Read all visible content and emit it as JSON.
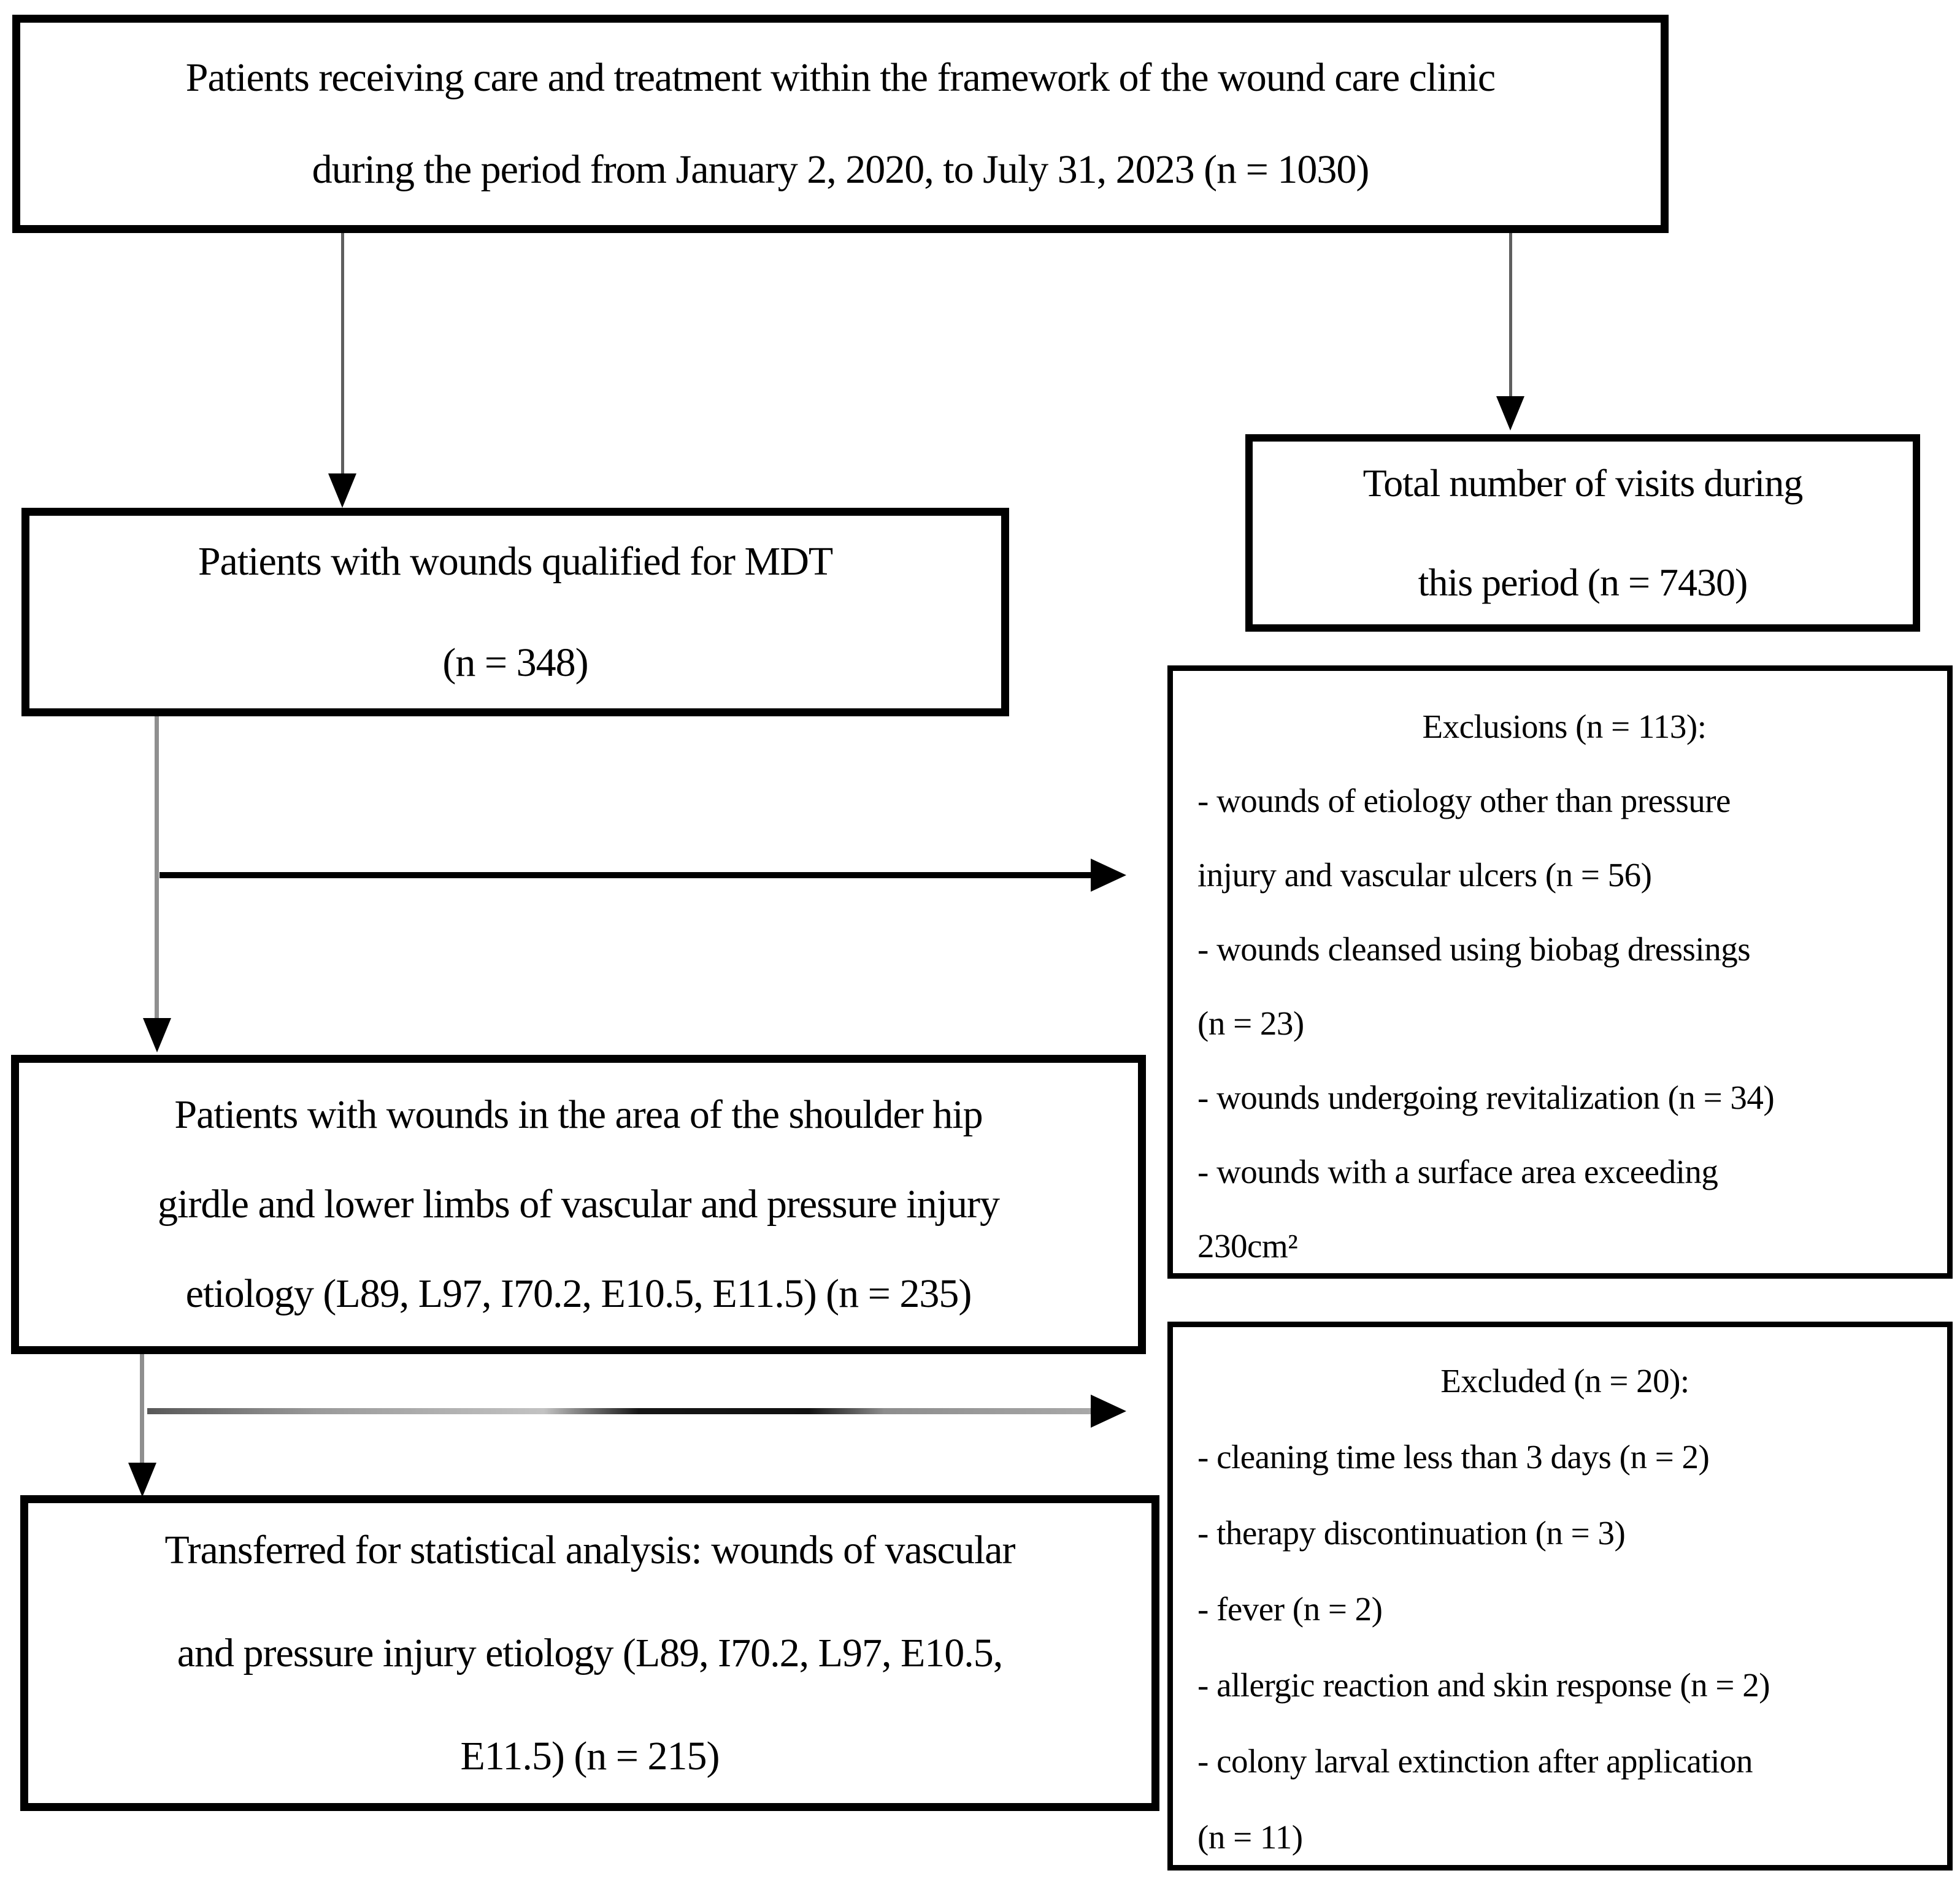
{
  "colors": {
    "background": "#ffffff",
    "text": "#000000",
    "box_border": "#000000",
    "connector_gray": "#8f8f8f",
    "arrow_black": "#000000"
  },
  "flowchart": {
    "source_box": {
      "lines": [
        "Patients receiving care and treatment within the framework of the wound care clinic",
        "during the period from January 2, 2020, to July 31, 2023 (n = 1030)"
      ]
    },
    "visits_box": {
      "lines": [
        "Total number of visits during",
        "this period (n = 7430)"
      ]
    },
    "qualified_box": {
      "lines": [
        "Patients with wounds qualified for MDT",
        "(n = 348)"
      ]
    },
    "exclusions_box": {
      "title": "Exclusions (n = 113):",
      "items": [
        "- wounds of etiology other than pressure",
        "injury and vascular ulcers (n = 56)",
        "- wounds cleansed using biobag dressings",
        "(n = 23)",
        "- wounds undergoing revitalization (n = 34)",
        "- wounds with a surface area exceeding",
        "230cm²"
      ]
    },
    "cohort_box": {
      "lines": [
        "Patients with wounds in the area of the shoulder hip",
        "girdle and lower limbs of vascular and pressure injury",
        "etiology (L89, L97, I70.2, E10.5, E11.5) (n = 235)"
      ]
    },
    "excluded_box": {
      "title": "Excluded (n = 20):",
      "items": [
        "- cleaning time less than 3 days (n = 2)",
        "- therapy discontinuation (n = 3)",
        "- fever (n = 2)",
        "- allergic reaction and skin response (n = 2)",
        "- colony larval extinction after application",
        "(n = 11)"
      ]
    },
    "analysis_box": {
      "lines": [
        "Transferred for statistical analysis: wounds of vascular",
        "and pressure injury etiology (L89, I70.2, L97, E10.5,",
        "E11.5) (n = 215)"
      ]
    }
  }
}
